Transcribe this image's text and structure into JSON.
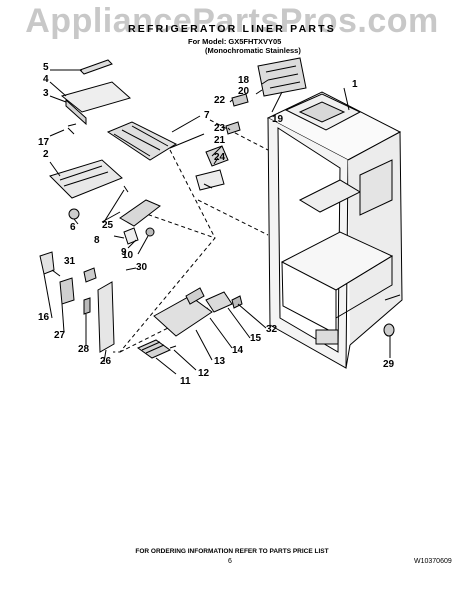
{
  "watermark": "AppliancePartsPros.com",
  "header": {
    "title": "REFRIGERATOR LINER PARTS",
    "model": "For Model: GX5FHTXVY05",
    "variant": "(Monochromatic Stainless)"
  },
  "callouts": [
    "1",
    "2",
    "3",
    "4",
    "5",
    "6",
    "7",
    "8",
    "9",
    "10",
    "11",
    "12",
    "13",
    "14",
    "15",
    "16",
    "17",
    "18",
    "19",
    "20",
    "21",
    "22",
    "23",
    "24",
    "25",
    "26",
    "27",
    "28",
    "29",
    "30",
    "31",
    "32"
  ],
  "footer": {
    "note": "FOR ORDERING INFORMATION REFER TO PARTS PRICE LIST",
    "page": "6",
    "doc_number": "W10370609"
  }
}
